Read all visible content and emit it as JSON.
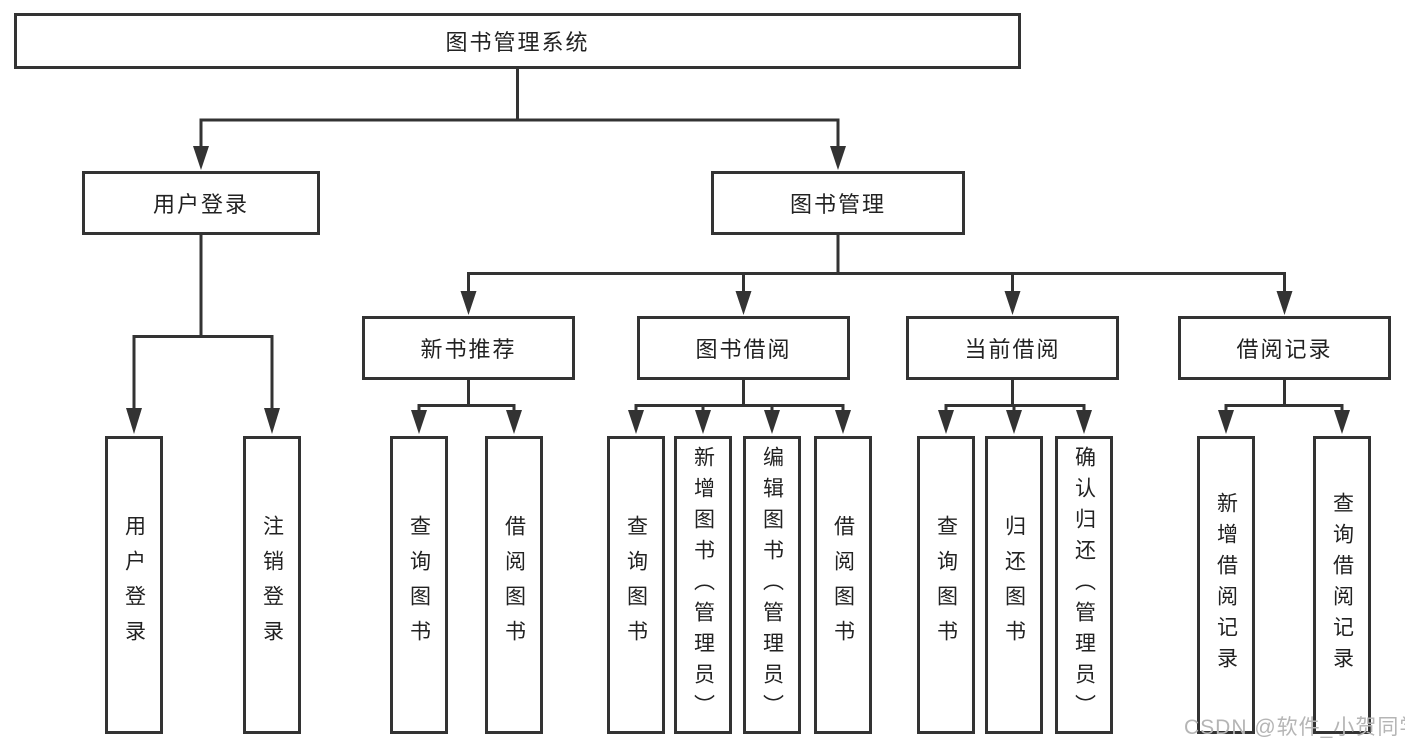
{
  "nodes": {
    "root": "图书管理系统",
    "level2": [
      "用户登录",
      "图书管理"
    ],
    "level3": [
      "新书推荐",
      "图书借阅",
      "当前借阅",
      "借阅记录"
    ],
    "leaves": [
      "用户登录",
      "注销登录",
      "查询图书",
      "借阅图书",
      "查询图书",
      "新增图书（管理员）",
      "编辑图书（管理员）",
      "借阅图书",
      "查询图书",
      "归还图书",
      "确认归还（管理员）",
      "新增借阅记录",
      "查询借阅记录"
    ]
  },
  "watermark": "CSDN @软件_小贺同学",
  "colors": {
    "line": "#333333",
    "text": "#222222",
    "watermark": "#b5b5b5",
    "background": "#ffffff"
  }
}
